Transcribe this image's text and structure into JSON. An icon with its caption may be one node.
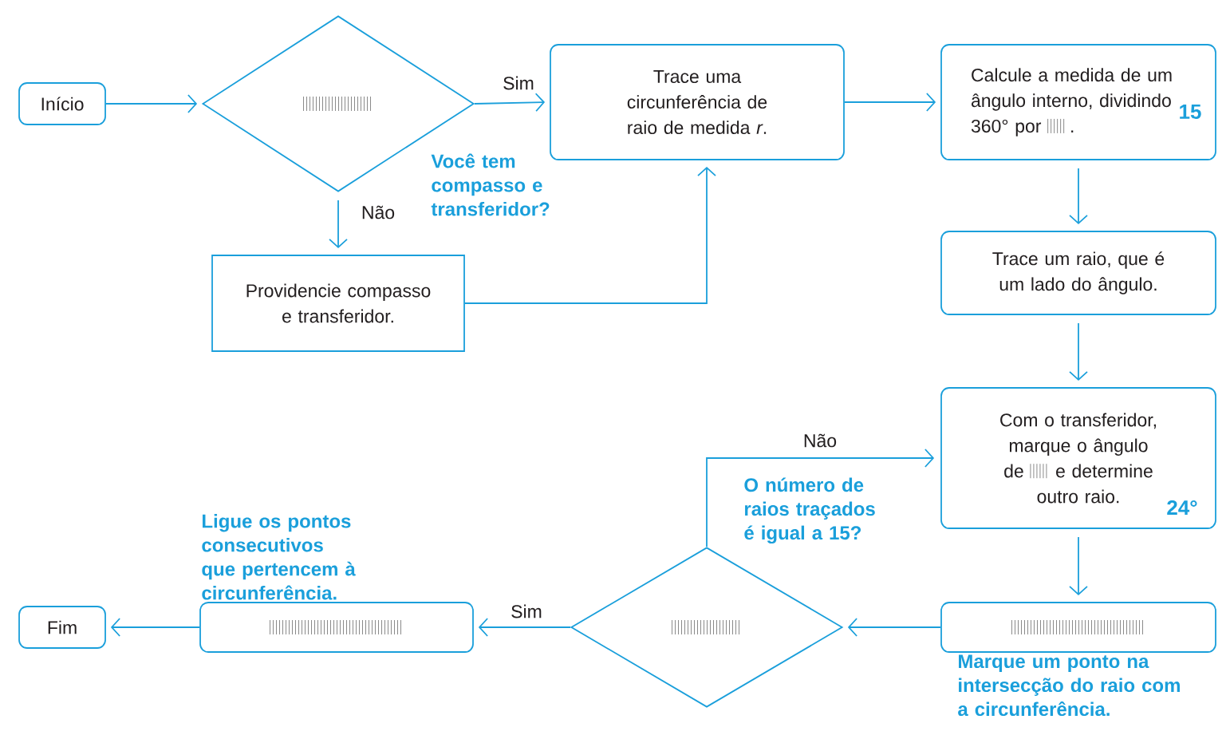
{
  "diagram": {
    "nodes": [
      {
        "text": [
          "Início"
        ]
      },
      {
        "text": [],
        "shape": "diamond",
        "beside": [
          "Você tem compasso e transferidor?"
        ]
      },
      {
        "text": [
          "Providencie compasso e transferidor."
        ]
      },
      {
        "text": [
          "Trace uma circunferência de raio de medida *r*."
        ]
      },
      {
        "text": [
          "Calcule a medida de um ângulo interno, dividindo 360° por",
          ".",
          "15"
        ]
      },
      {
        "text": [
          "Trace um raio, que é um lado do ângulo."
        ]
      },
      {
        "text": [
          "Com o transferidor, marque o ângulo de",
          "e determine outro raio.",
          "24°"
        ]
      },
      {
        "text": [],
        "shape": "box",
        "beside": [
          "Marque um ponto na intersecção do raio com a circunferência."
        ]
      },
      {
        "text": [],
        "shape": "diamond",
        "beside": [
          "O número de raios traçados é igual a 15?"
        ]
      },
      {
        "text": [],
        "shape": "box",
        "beside": [
          "Ligue os pontos consecutivos que pertencem à circunferência."
        ]
      },
      {
        "text": [
          "Fim"
        ]
      }
    ],
    "edges": [
      {
        "from": 0,
        "to": 1,
        "arrow": "to"
      },
      {
        "from": 1,
        "to": 3,
        "arrow": "to",
        "label": "Sim"
      },
      {
        "from": 1,
        "to": 2,
        "arrow": "to",
        "label": "Não"
      },
      {
        "from": 2,
        "to": 3,
        "arrow": "to"
      },
      {
        "from": 3,
        "to": 4,
        "arrow": "to"
      },
      {
        "from": 4,
        "to": 5,
        "arrow": "to"
      },
      {
        "from": 5,
        "to": 6,
        "arrow": "to"
      },
      {
        "from": 6,
        "to": 7,
        "arrow": "to"
      },
      {
        "from": 7,
        "to": 8,
        "arrow": "to"
      },
      {
        "from": 8,
        "to": 6,
        "arrow": "to",
        "label": "Não"
      },
      {
        "from": 8,
        "to": 9,
        "arrow": "to",
        "label": "Sim"
      },
      {
        "from": 9,
        "to": 10,
        "arrow": "to"
      }
    ]
  }
}
